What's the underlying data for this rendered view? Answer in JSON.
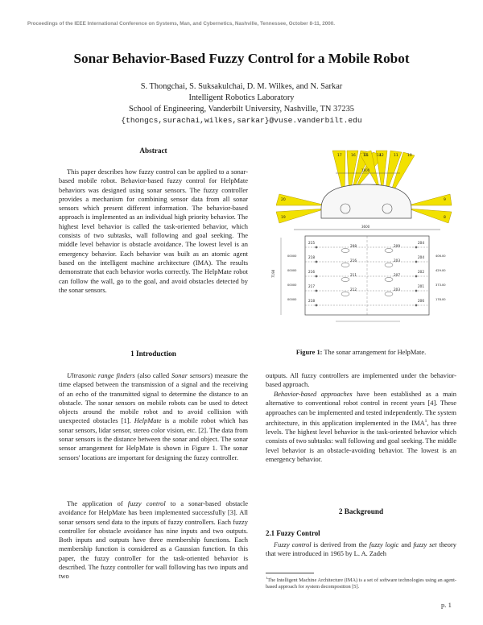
{
  "header": {
    "running_head": "Proceedings of the IEEE International Conference on Systems, Man, and Cybernetics, Nashville, Tennessee, October 8-11, 2000."
  },
  "paper": {
    "title": "Sonar Behavior-Based Fuzzy Control for a Mobile Robot",
    "authors": "S. Thongchai, S. Suksakulchai, D. M. Wilkes, and N. Sarkar",
    "lab": "Intelligent Robotics Laboratory",
    "school": "School of Engineering, Vanderbilt University, Nashville, TN 37235",
    "email": "{thongcs,surachai,wilkes,sarkar}@vuse.vanderbilt.edu"
  },
  "abstract": {
    "heading": "Abstract",
    "text": "This paper describes how fuzzy control can be applied to a sonar-based mobile robot. Behavior-based fuzzy control for HelpMate behaviors was designed using sonar sensors. The fuzzy controller provides a mechanism for combining sensor data from all sonar sensors which present different information. The behavior-based approach is implemented as an individual high priority behavior. The highest level behavior is called the task-oriented behavior, which consists of two subtasks, wall following and goal seeking. The middle level behavior is obstacle avoidance. The lowest level is an emergency behavior. Each behavior was built as an atomic agent based on the intelligent machine architecture (IMA). The results demonstrate that each behavior works correctly. The HelpMate robot can follow the wall, go to the goal, and avoid obstacles detected by the sonar sensors."
  },
  "intro": {
    "heading": "1  Introduction",
    "p1_em1": "Ultrasonic range finders",
    "p1_t1": " (also called ",
    "p1_em2": "Sonar sensors",
    "p1_t2": ") measure the time elapsed between the transmission of a signal and the receiving of an echo of the transmitted signal to determine the distance to an obstacle. The sonar sensors on mobile robots can be used to detect objects around the mobile robot and to avoid collision with unexpected obstacles [1]. ",
    "p1_em3": "HelpMate",
    "p1_t3": " is a mobile robot which has sonar sensors, lidar sensor, stereo color vision, etc. [2]. The data from sonar sensors is the distance between the sonar and object. The sonar sensor arrangement for HelpMate is shown in Figure 1. The sonar sensors' locations are important for designing the fuzzy controller.",
    "p2_t1": "The application of ",
    "p2_em1": "fuzzy control",
    "p2_t2": " to a sonar-based obstacle avoidance for HelpMate has been implemented successfully [3]. All sonar sensors send data to the inputs of fuzzy controllers. Each fuzzy controller for obstacle avoidance has nine inputs and two outputs. Both inputs and outputs have three membership functions. Each membership function is considered as a Gaussian function. In this paper, the fuzzy controller for the task-oriented behavior is described. The fuzzy controller for wall following has two inputs and two",
    "r1": "outputs. All fuzzy controllers are implemented under the behavior-based approach.",
    "r2_em1": "Behavior-based approaches",
    "r2_t1": " have been established as a main alternative to conventional robot control in recent years [4]. These approaches can be implemented and tested independently. The system architecture, in this application implemented in the IMA",
    "r2_sup": "1",
    "r2_t2": ", has three levels. The highest level behavior is the task-oriented behavior which consists of two subtasks: wall following and goal seeking. The middle level behavior is an obstacle-avoiding behavior. The lowest is an emergency behavior."
  },
  "figure": {
    "caption_label": "Figure 1:",
    "caption_text": " The sonar arrangement for HelpMate.",
    "left_ids": [
      "215",
      "218",
      "216",
      "217",
      "218"
    ],
    "inner_left": [
      "208",
      "216",
      "211",
      "212"
    ],
    "inner_right": [
      "209",
      "203",
      "207",
      "203"
    ],
    "right_ids": [
      "204",
      "204",
      "202",
      "201",
      "206"
    ],
    "right_dims": [
      "406.00",
      "429.00",
      "373.00",
      "178.00"
    ],
    "left_dims": [
      "00000",
      "00000",
      "00000",
      "00000"
    ],
    "top_labels": [
      "17",
      "16",
      "15",
      "14",
      "13",
      "12",
      "11",
      "10"
    ],
    "side_labels": [
      "20",
      "19",
      "9",
      "8"
    ],
    "dim_top": "1800",
    "dim_mid": "3600",
    "dim_side": "7198"
  },
  "background": {
    "heading": "2  Background",
    "sub": "2.1  Fuzzy Control",
    "em1": "Fuzzy control",
    "t1": " is derived from the ",
    "em2": "fuzzy logic",
    "t2": " and ",
    "em3": "fuzzy set",
    "t3": " theory that were introduced in 1965 by L. A. Zadeh"
  },
  "footnote": {
    "sup": "1",
    "text": "The Intelligent Machine Architecture (IMA) is a set of software technologies using an agent-based approach for system decomposition [5]."
  },
  "page": {
    "number": "p. 1"
  },
  "colors": {
    "sonar_cone": "#f2e100",
    "sonar_stroke": "#b49a00",
    "heading_gray": "#8a8a8a"
  }
}
